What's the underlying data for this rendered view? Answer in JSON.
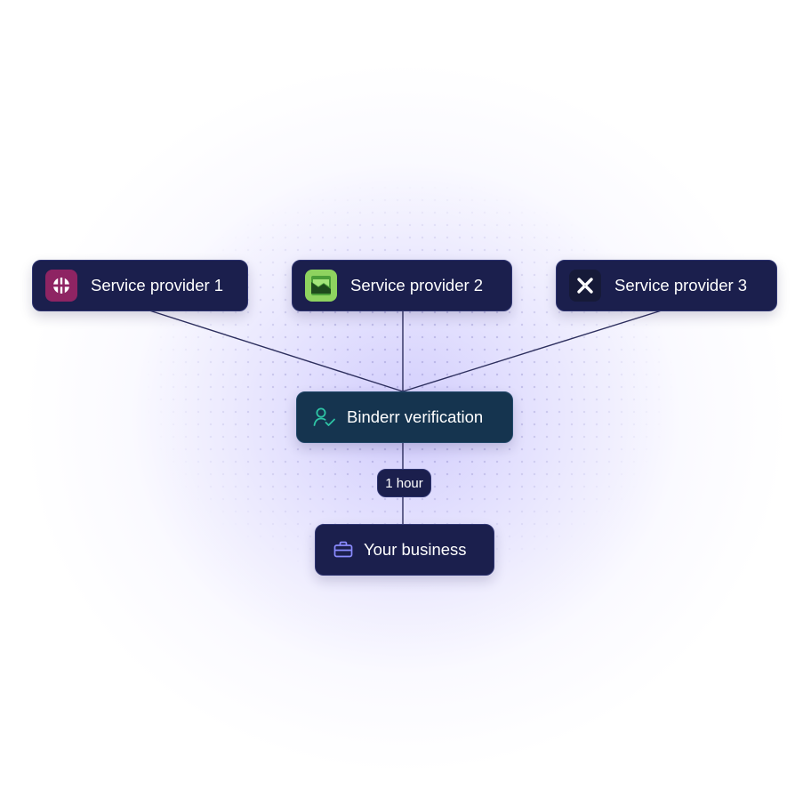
{
  "providers": [
    {
      "label": "Service provider 1",
      "icon": "fork-knife-logo-icon",
      "icon_color": "#8e2463"
    },
    {
      "label": "Service provider 2",
      "icon": "image-logo-icon",
      "icon_color": "#8ed35f"
    },
    {
      "label": "Service provider 3",
      "icon": "x-cross-logo-icon",
      "icon_color": "#161a38"
    }
  ],
  "verification": {
    "label": "Binderr verification",
    "icon": "user-check-icon",
    "icon_color": "#2ec4a5"
  },
  "duration": {
    "label": "1 hour"
  },
  "business": {
    "label": "Your business",
    "icon": "briefcase-icon",
    "icon_color": "#8a8bff"
  },
  "colors": {
    "node_background": "#1b1f4d",
    "verification_background": "#15344f",
    "connector_line": "#2d2f5e",
    "glow": "#c4befc"
  }
}
